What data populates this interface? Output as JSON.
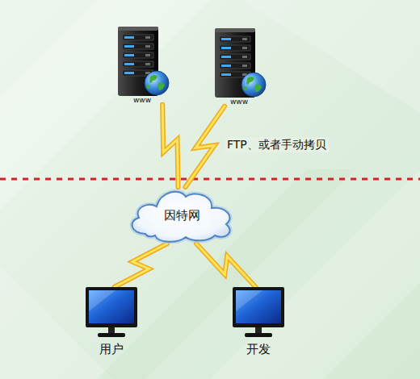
{
  "diagram": {
    "nodes": [
      {
        "text": [
          "www"
        ]
      },
      {
        "text": [
          "www"
        ]
      },
      {
        "text": [
          "因特网"
        ]
      },
      {
        "text": [
          "用户"
        ]
      },
      {
        "text": [
          "开发"
        ]
      }
    ],
    "edges": [
      {
        "from": 0,
        "to": 2,
        "arrow": "none"
      },
      {
        "from": 1,
        "to": 2,
        "arrow": "none",
        "label": "FTP、或者手动拷贝"
      },
      {
        "from": 2,
        "to": 3,
        "arrow": "none"
      },
      {
        "from": 2,
        "to": 4,
        "arrow": "none"
      }
    ]
  }
}
